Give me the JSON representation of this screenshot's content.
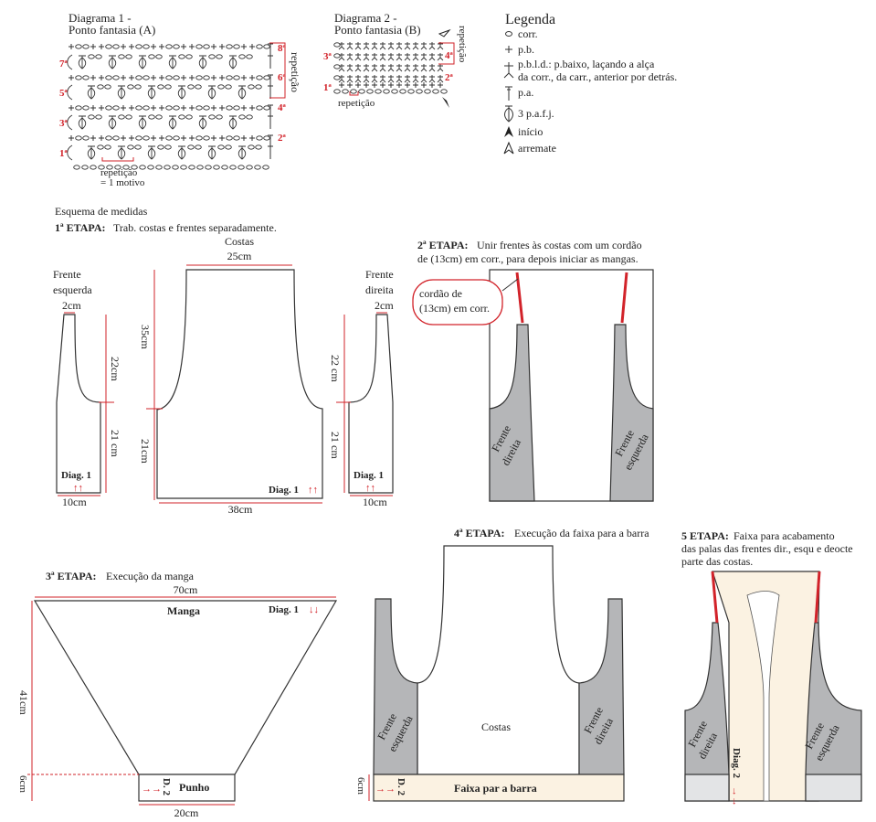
{
  "diagram1": {
    "title_line1": "Diagrama 1 -",
    "title_line2": "Ponto fantasia (A)",
    "rows": [
      "1ª",
      "2ª",
      "3ª",
      "4ª",
      "5ª",
      "6ª",
      "7ª",
      "8ª"
    ],
    "repeat_side": "repetição",
    "repeat_bottom_1": "repetição",
    "repeat_bottom_2": "= 1 motivo"
  },
  "diagram2": {
    "title_line1": "Diagrama 2 -",
    "title_line2": "Ponto fantasia (B)",
    "rows": [
      "1ª",
      "2ª",
      "3ª",
      "4ª"
    ],
    "repeat_side": "repetição",
    "repeat_bottom": "repetição"
  },
  "legend": {
    "title": "Legenda",
    "items": [
      {
        "icon": "chain-oval-icon",
        "symbol": "○",
        "label": "corr."
      },
      {
        "icon": "plus-icon",
        "symbol": "+",
        "label": "p.b."
      },
      {
        "icon": "pbld-icon",
        "symbol": "⅄",
        "label": "p.b.l.d.: p.baixo, laçando a alça",
        "label2": "da corr., da carr., anterior por detrás."
      },
      {
        "icon": "treble-icon",
        "symbol": "T",
        "label": "p.a."
      },
      {
        "icon": "cluster-icon",
        "symbol": "Ø",
        "label": "3 p.a.f.j."
      },
      {
        "icon": "start-arrow-icon",
        "symbol": "▲",
        "label": "início"
      },
      {
        "icon": "finish-arrow-icon",
        "symbol": "△",
        "label": "arremate"
      }
    ]
  },
  "schema": {
    "title": "Esquema de medidas",
    "step1": {
      "label": "1ª ETAPA:",
      "text": "Trab. costas e frentes separadamente.",
      "costas": "Costas",
      "costas_top": "25cm",
      "costas_height": "35cm",
      "costas_lower": "21cm",
      "costas_bottom": "38cm",
      "costas_diag": "Diag. 1",
      "arrows_up": "↑↑",
      "left_front_1": "Frente",
      "left_front_2": "esquerda",
      "left_top": "2cm",
      "left_upper": "22cm",
      "left_lower": "21 cm",
      "left_bottom": "10cm",
      "left_diag": "Diag. 1",
      "right_front_1": "Frente",
      "right_front_2": "direita",
      "right_top": "2cm",
      "right_upper": "22 cm",
      "right_lower": "21 cm",
      "right_bottom": "10cm",
      "right_diag": "Diag. 1"
    },
    "step2": {
      "label": "2ª ETAPA:",
      "text1": "Unir frentes às costas com um cordão",
      "text2": "de (13cm) em corr., para depois iniciar as mangas.",
      "callout1": "cordão de",
      "callout2": "(13cm) em corr.",
      "front_right_1": "Frente",
      "front_right_2": "direita",
      "front_left_1": "Frente",
      "front_left_2": "esquerda"
    },
    "step3": {
      "label": "3ª ETAPA:",
      "text": "Execução da manga",
      "top": "70cm",
      "manga": "Manga",
      "diag": "Diag. 1",
      "arrows_down": "↓↓",
      "height": "41cm",
      "cuff_height": "6cm",
      "cuff_diag": "D. 2",
      "cuff_arrows": "→→",
      "punho": "Punho",
      "bottom": "20cm"
    },
    "step4": {
      "label": "4ª ETAPA:",
      "text": "Execução da faixa para a barra",
      "front_left_1": "Frente",
      "front_left_2": "esquerda",
      "costas": "Costas",
      "front_right_1": "Frente",
      "front_right_2": "direita",
      "band_height": "6cm",
      "band_diag": "D. 2",
      "band_arrows": "→→",
      "band": "Faixa par a barra"
    },
    "step5": {
      "label": "5 ETAPA:",
      "text1": "Faixa para acabamento",
      "text2": "das palas das frentes dir., esqu e deocte",
      "text3": "parte das costas.",
      "front_right_1": "Frente",
      "front_right_2": "direita",
      "front_left_1": "Frente",
      "front_left_2": "esquerda",
      "diag": "Diag. 2",
      "arrows": "→→"
    }
  }
}
